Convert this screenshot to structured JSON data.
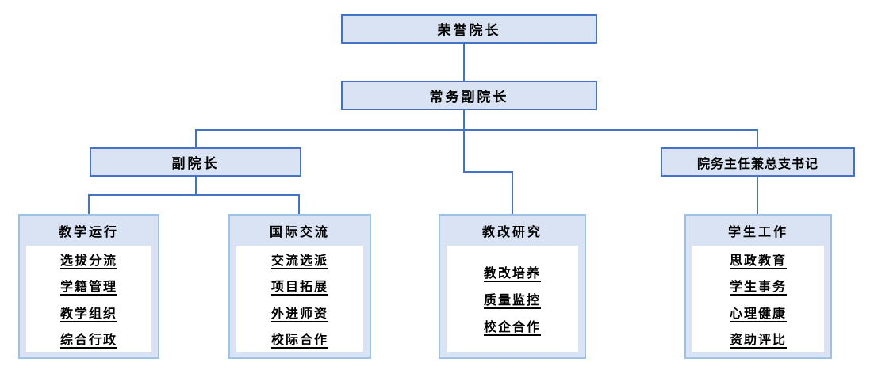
{
  "colors": {
    "node_fill": "#dae3f3",
    "node_border": "#4472c4",
    "group_border": "#9dc3e6",
    "connector": "#4472c4",
    "panel_fill": "#ffffff",
    "text": "#000000"
  },
  "nodes": {
    "honorary_dean": "荣誉院长",
    "executive_vice_dean": "常务副院长",
    "vice_dean": "副院长",
    "office_director": "院务主任兼总支书记"
  },
  "groups": [
    {
      "title": "教学运行",
      "items": [
        "选拔分流",
        "学籍管理",
        "教学组织",
        "综合行政"
      ]
    },
    {
      "title": "国际交流",
      "items": [
        "交流选派",
        "项目拓展",
        "外进师资",
        "校际合作"
      ]
    },
    {
      "title": "教改研究",
      "items": [
        "教改培养",
        "质量监控",
        "校企合作"
      ]
    },
    {
      "title": "学生工作",
      "items": [
        "思政教育",
        "学生事务",
        "心理健康",
        "资助评比"
      ]
    }
  ]
}
